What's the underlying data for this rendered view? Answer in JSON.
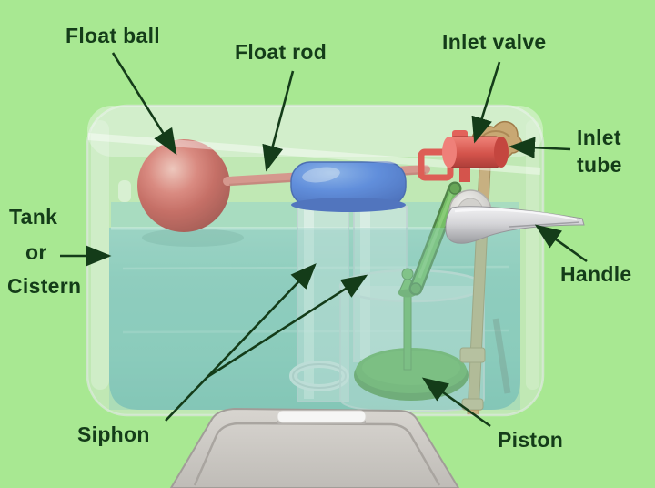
{
  "diagram": {
    "subject": "toilet cistern mechanism",
    "labels": {
      "float_ball": "Float ball",
      "float_rod": "Float rod",
      "inlet_valve": "Inlet valve",
      "inlet_tube_line1": "Inlet",
      "inlet_tube_line2": "tube",
      "tank_line1": "Tank",
      "tank_line2": "or",
      "tank_line3": "Cistern",
      "handle": "Handle",
      "siphon": "Siphon",
      "piston": "Piston"
    },
    "colors": {
      "background": "#a8e892",
      "label_text": "#143c19",
      "arrow": "#143c19",
      "float_ball": "#c0504b",
      "float_rod": "#d4837c",
      "inlet_valve": "#d4544c",
      "inlet_tube": "#c8a873",
      "water": "#7cc5b8",
      "siphon_cap": "#4377dd",
      "piston": "#4f9f3c",
      "handle": "#d6d6d9",
      "toilet_lid": "#c8c5c0"
    }
  }
}
